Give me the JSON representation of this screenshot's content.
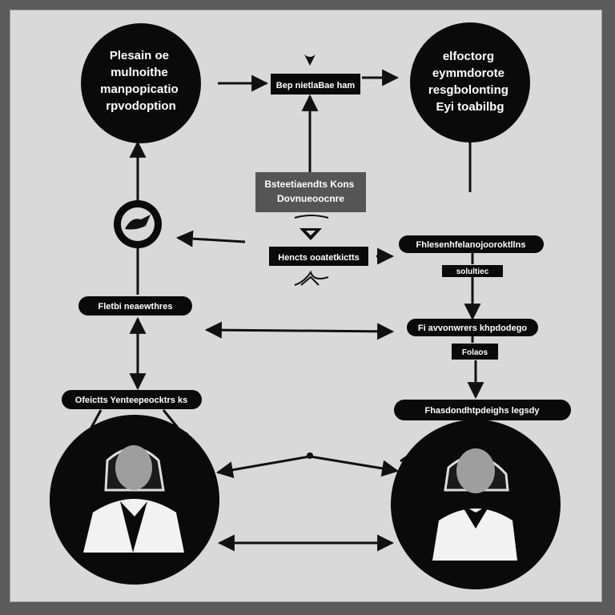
{
  "colors": {
    "background": "#5b5b5b",
    "panel": "#d9d9d9",
    "node_fill": "#0a0a0a",
    "node_text": "#ffffff",
    "gray_box": "#555555",
    "connector": "#111111",
    "avatar_skin": "#9e9e9e",
    "avatar_shirt": "#f2f2f2"
  },
  "nodes": {
    "circle_top_left": {
      "lines": [
        "Plesain oe",
        "mulnoithe",
        "manpopicatio",
        "rpvodoption"
      ]
    },
    "circle_top_right": {
      "lines": [
        "elfoctorg",
        "eymmdorote",
        "resgbolonting",
        "Eyi toabilbg"
      ]
    },
    "box_top_center": {
      "text": "Bep nietlaBae ham"
    },
    "box_gray_center": {
      "lines": [
        "Bsteetiaendts Kons",
        "Dovnueoocnre"
      ]
    },
    "box_middle_center": {
      "text": "Hencts ooatetkictts"
    },
    "pill_right_1": {
      "text": "Fhlesenhfelanojooroktllns"
    },
    "pill_right_small": {
      "text": "solultiec"
    },
    "pill_left_mid": {
      "text": "Fletbi neaewthres"
    },
    "pill_right_2": {
      "text": "Fi avvonwrers khpdodego"
    },
    "pill_right_small_2": {
      "text": "Folaos"
    },
    "pill_left_bottom": {
      "text": "Ofeictts Yenteepeocktrs ks"
    },
    "pill_right_bottom": {
      "text": "Fhasdondhtpdeighs legsdy"
    }
  },
  "icons": {
    "hand_icon": "hand-icon",
    "person_left": "person-avatar-icon",
    "person_right": "person-avatar-icon"
  }
}
